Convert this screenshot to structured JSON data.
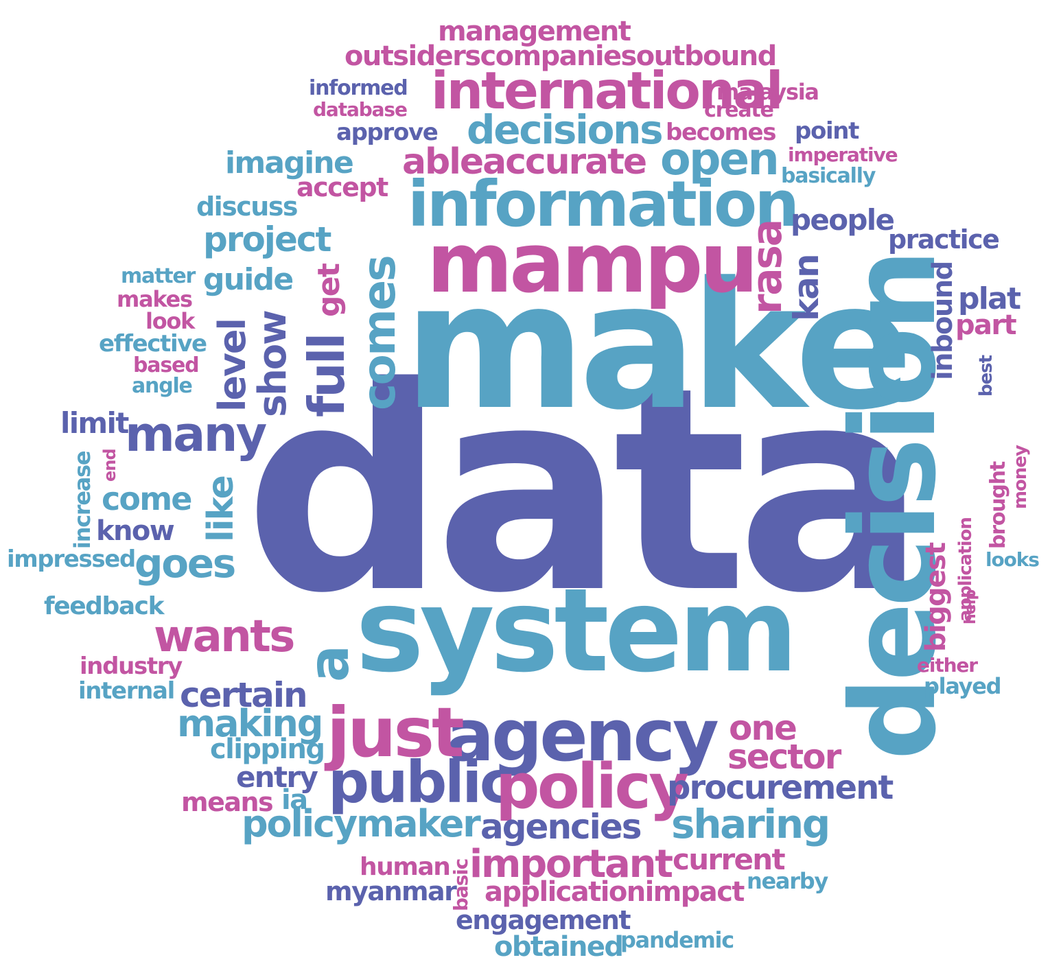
{
  "colors": {
    "blue": "#5b62ad",
    "teal": "#57a3c4",
    "magenta": "#c255a2"
  },
  "words": [
    {
      "text": "data",
      "color": "blue"
    },
    {
      "text": "make",
      "color": "teal"
    },
    {
      "text": "decision",
      "color": "teal"
    },
    {
      "text": "system",
      "color": "teal"
    },
    {
      "text": "mampu",
      "color": "magenta"
    },
    {
      "text": "information",
      "color": "teal"
    },
    {
      "text": "agency",
      "color": "blue"
    },
    {
      "text": "international",
      "color": "magenta"
    },
    {
      "text": "public",
      "color": "blue"
    },
    {
      "text": "policy",
      "color": "magenta"
    },
    {
      "text": "just",
      "color": "magenta"
    },
    {
      "text": "decisions",
      "color": "teal"
    },
    {
      "text": "open",
      "color": "teal"
    },
    {
      "text": "ableaccurate",
      "color": "magenta"
    },
    {
      "text": "important",
      "color": "magenta"
    },
    {
      "text": "agencies",
      "color": "blue"
    },
    {
      "text": "sharing",
      "color": "teal"
    },
    {
      "text": "procurement",
      "color": "blue"
    },
    {
      "text": "policymaker",
      "color": "teal"
    },
    {
      "text": "many",
      "color": "blue"
    },
    {
      "text": "wants",
      "color": "magenta"
    },
    {
      "text": "project",
      "color": "teal"
    },
    {
      "text": "guide",
      "color": "teal"
    },
    {
      "text": "goes",
      "color": "teal"
    },
    {
      "text": "come",
      "color": "teal"
    },
    {
      "text": "know",
      "color": "blue"
    },
    {
      "text": "certain",
      "color": "blue"
    },
    {
      "text": "making",
      "color": "teal"
    },
    {
      "text": "clipping",
      "color": "teal"
    },
    {
      "text": "entry",
      "color": "blue"
    },
    {
      "text": "means",
      "color": "magenta"
    },
    {
      "text": "ia",
      "color": "teal"
    },
    {
      "text": "one",
      "color": "magenta"
    },
    {
      "text": "sector",
      "color": "magenta"
    },
    {
      "text": "management",
      "color": "magenta"
    },
    {
      "text": "outsiderscompaniesoutbound",
      "color": "magenta"
    },
    {
      "text": "informed",
      "color": "blue"
    },
    {
      "text": "malaysia",
      "color": "magenta"
    },
    {
      "text": "database",
      "color": "magenta"
    },
    {
      "text": "create",
      "color": "magenta"
    },
    {
      "text": "approve",
      "color": "blue"
    },
    {
      "text": "becomes",
      "color": "magenta"
    },
    {
      "text": "point",
      "color": "blue"
    },
    {
      "text": "imagine",
      "color": "teal"
    },
    {
      "text": "imperative",
      "color": "magenta"
    },
    {
      "text": "basically",
      "color": "teal"
    },
    {
      "text": "accept",
      "color": "magenta"
    },
    {
      "text": "discuss",
      "color": "teal"
    },
    {
      "text": "people",
      "color": "blue"
    },
    {
      "text": "practice",
      "color": "blue"
    },
    {
      "text": "matter",
      "color": "teal"
    },
    {
      "text": "makes",
      "color": "magenta"
    },
    {
      "text": "look",
      "color": "magenta"
    },
    {
      "text": "effective",
      "color": "teal"
    },
    {
      "text": "based",
      "color": "magenta"
    },
    {
      "text": "angle",
      "color": "teal"
    },
    {
      "text": "limit",
      "color": "blue"
    },
    {
      "text": "impressed",
      "color": "teal"
    },
    {
      "text": "feedback",
      "color": "teal"
    },
    {
      "text": "industry",
      "color": "magenta"
    },
    {
      "text": "internal",
      "color": "teal"
    },
    {
      "text": "human",
      "color": "magenta"
    },
    {
      "text": "current",
      "color": "magenta"
    },
    {
      "text": "nearby",
      "color": "teal"
    },
    {
      "text": "myanmar",
      "color": "blue"
    },
    {
      "text": "applicationimpact",
      "color": "magenta"
    },
    {
      "text": "engagement",
      "color": "blue"
    },
    {
      "text": "obtained",
      "color": "teal"
    },
    {
      "text": "pandemic",
      "color": "teal"
    },
    {
      "text": "either",
      "color": "magenta"
    },
    {
      "text": "played",
      "color": "teal"
    },
    {
      "text": "looks",
      "color": "teal"
    },
    {
      "text": "plat",
      "color": "blue"
    },
    {
      "text": "part",
      "color": "magenta"
    },
    {
      "text": "level",
      "color": "blue"
    },
    {
      "text": "show",
      "color": "blue"
    },
    {
      "text": "full",
      "color": "blue"
    },
    {
      "text": "get",
      "color": "magenta"
    },
    {
      "text": "comes",
      "color": "teal"
    },
    {
      "text": "like",
      "color": "teal"
    },
    {
      "text": "rasa",
      "color": "magenta"
    },
    {
      "text": "kan",
      "color": "blue"
    },
    {
      "text": "inbound",
      "color": "blue"
    },
    {
      "text": "application",
      "color": "magenta"
    },
    {
      "text": "best",
      "color": "blue"
    },
    {
      "text": "biggest",
      "color": "magenta"
    },
    {
      "text": "help",
      "color": "magenta"
    },
    {
      "text": "brought",
      "color": "magenta"
    },
    {
      "text": "money",
      "color": "magenta"
    },
    {
      "text": "increase",
      "color": "teal"
    },
    {
      "text": "end",
      "color": "magenta"
    },
    {
      "text": "a",
      "color": "teal"
    },
    {
      "text": "basic",
      "color": "magenta"
    }
  ]
}
